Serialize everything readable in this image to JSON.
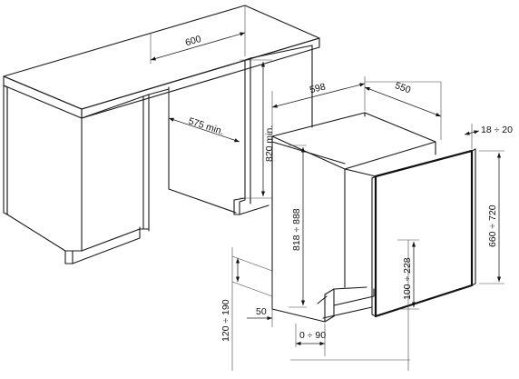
{
  "dimensions": {
    "counter_width": "600",
    "cavity_depth": "575 min.",
    "cavity_height": "820 min.",
    "appliance_width": "598",
    "appliance_depth": "550",
    "appliance_height": "818 ÷ 888",
    "door_thickness": "18 ÷ 20",
    "door_height": "660 ÷ 720",
    "kick_height": "100 ÷ 228",
    "plinth_height": "120 ÷ 190",
    "plinth_offset": "50",
    "plinth_depth": "0 ÷ 90"
  },
  "colors": {
    "line": "#1a1a1a",
    "background": "#ffffff"
  }
}
